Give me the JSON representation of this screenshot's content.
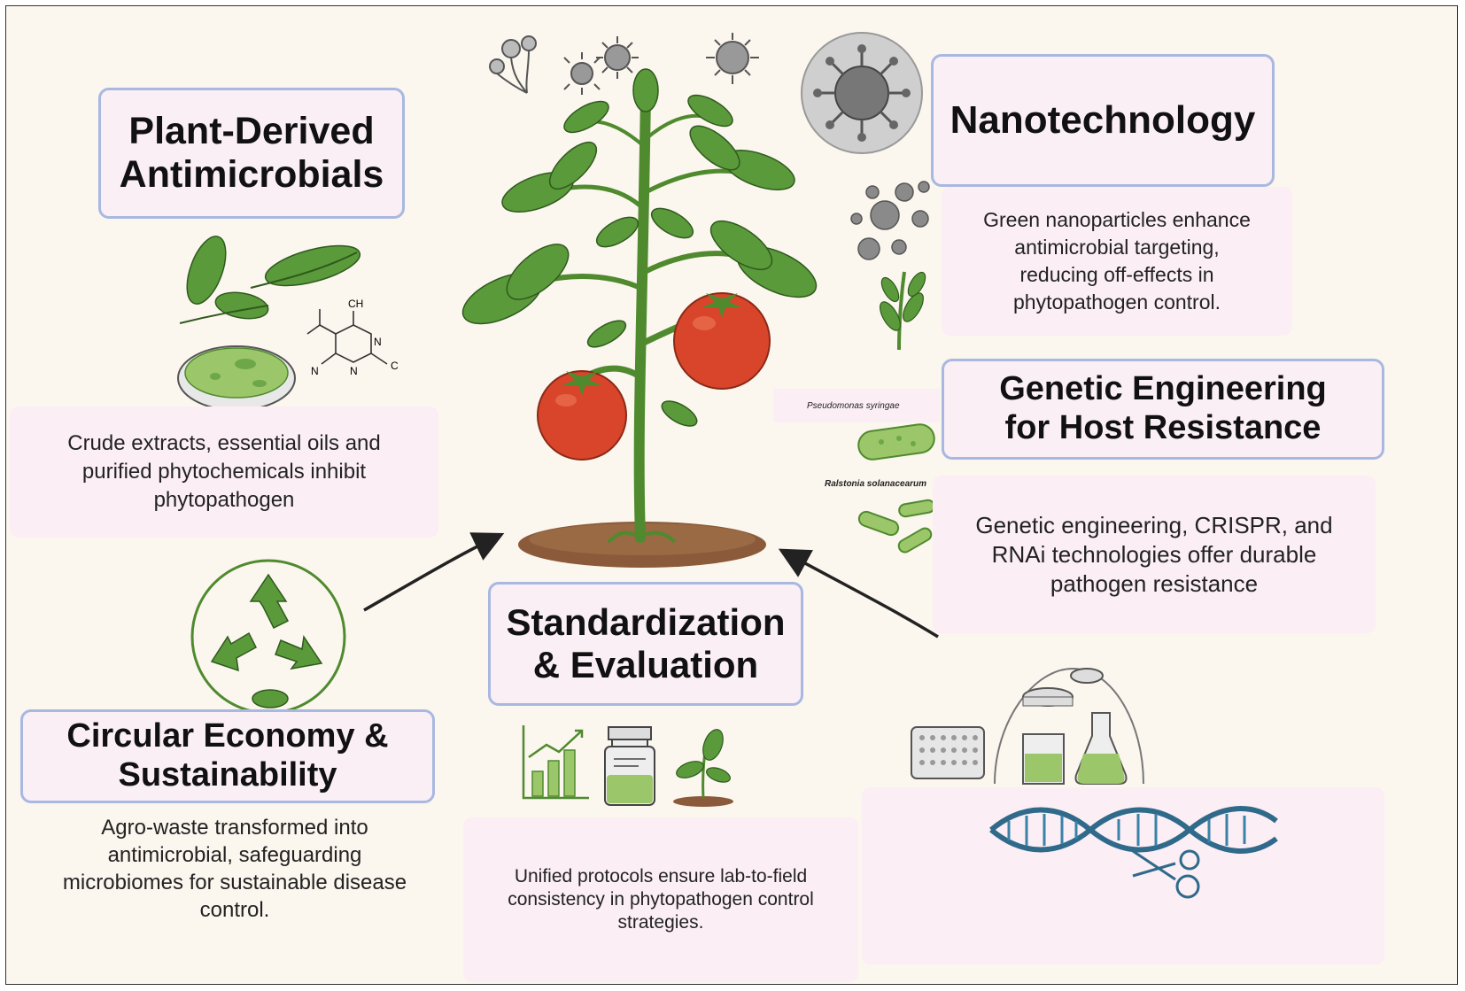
{
  "panels": {
    "plant_derived": {
      "title": "Plant-Derived\nAntimicrobials",
      "description": "Crude extracts, essential oils and\npurified phytochemicals inhibit\nphytopathogen",
      "molecule_labels": [
        "CH",
        "N",
        "N",
        "C",
        "N"
      ]
    },
    "nanotechnology": {
      "title": "Nanotechnology",
      "description": "Green nanoparticles enhance\nantimicrobial targeting,\nreducing off-effects in\nphytopathogen control."
    },
    "genetic_engineering": {
      "title": "Genetic Engineering\nfor Host Resistance",
      "description": "Genetic engineering, CRISPR,  and\nRNAi technologies offer durable\npathogen resistance",
      "pathogen_labels": [
        "Pseudomonas syringae",
        "Ralstonia solanacearum"
      ]
    },
    "standardization": {
      "title": "Standardization\n& Evaluation",
      "description": "Unified protocols ensure lab-to-field\nconsistency in phytopathogen control\nstrategies."
    },
    "circular_economy": {
      "title": "Circular Economy &\nSustainability",
      "description": "Agro-waste transformed into\nantimicrobial, safeguarding\nmicrobiomes for sustainable disease\ncontrol."
    }
  },
  "colors": {
    "background": "#fbf6ee",
    "title_fill": "#fbeff6",
    "title_border": "#a8b8e0",
    "leaf_green": "#5a9a3a",
    "tomato_red": "#d8452a",
    "soil_brown": "#8a5a3a"
  },
  "icons": [
    "pathogen-icon",
    "leaf-icon",
    "petri-dish-icon",
    "molecule-icon",
    "nanoparticle-icon",
    "bacteria-icon",
    "recycle-icon",
    "chart-icon",
    "jar-icon",
    "sprout-icon",
    "well-plate-icon",
    "beaker-icon",
    "dna-icon",
    "scissors-icon",
    "tomato-plant-icon"
  ]
}
